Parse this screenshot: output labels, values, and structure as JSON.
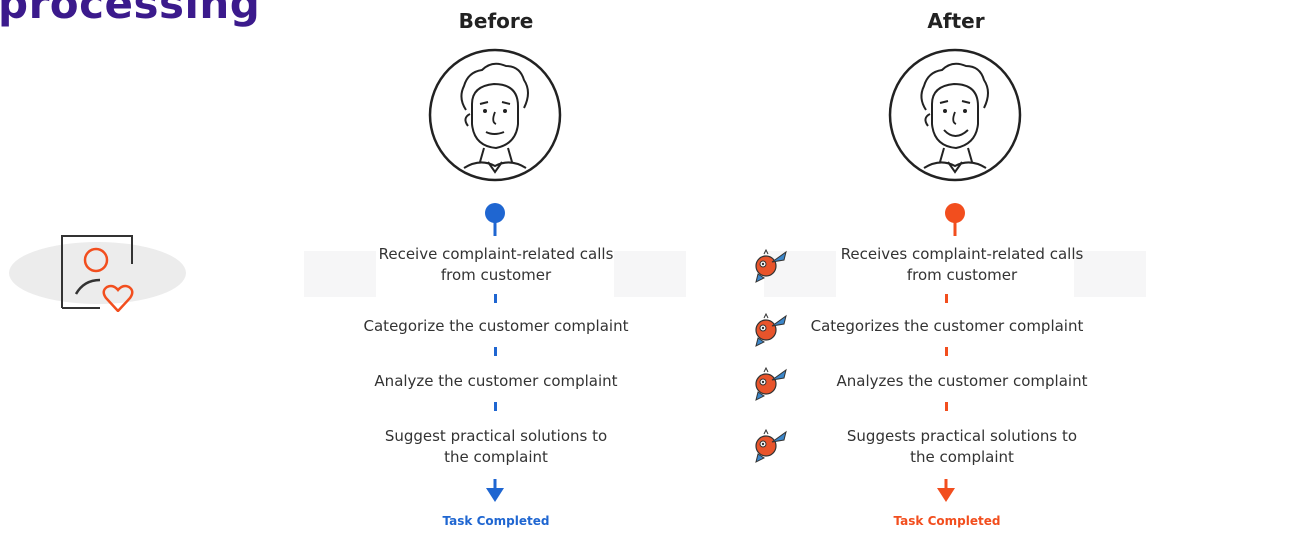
{
  "title": "processing",
  "colors": {
    "title": "#3b1a8c",
    "before": "#1f66d1",
    "after": "#f24e1e"
  },
  "before": {
    "heading": "Before",
    "steps": [
      "Receive complaint-related calls\nfrom customer",
      "Categorize the customer complaint",
      "Analyze the customer complaint",
      "Suggest practical solutions to\nthe complaint"
    ],
    "result": "Task Completed"
  },
  "after": {
    "heading": "After",
    "steps": [
      "Receives complaint-related calls\nfrom customer",
      "Categorizes the customer complaint",
      "Analyzes the customer complaint",
      "Suggests practical solutions to\nthe complaint"
    ],
    "result": "Task Completed"
  }
}
